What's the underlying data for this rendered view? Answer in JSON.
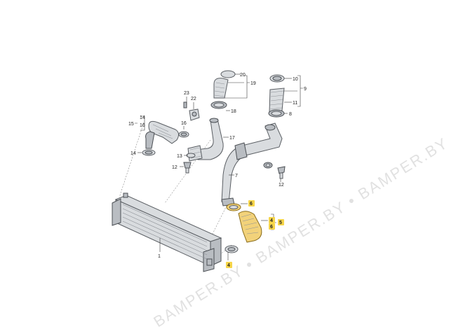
{
  "watermark": {
    "text": "BAMPER.BY • BAMPER.BY • BAMPER.BY",
    "color": "#c9c9c9"
  },
  "highlight_color": "#f6d54a",
  "callouts": [
    {
      "id": "c20",
      "text": "20"
    },
    {
      "id": "c19",
      "text": "19"
    },
    {
      "id": "c10",
      "text": "10"
    },
    {
      "id": "c9",
      "text": "9"
    },
    {
      "id": "c11",
      "text": "11"
    },
    {
      "id": "c8",
      "text": "8"
    },
    {
      "id": "c23",
      "text": "23"
    },
    {
      "id": "c22",
      "text": "22"
    },
    {
      "id": "c18",
      "text": "18"
    },
    {
      "id": "c14a",
      "text": "14"
    },
    {
      "id": "c15",
      "text": "15"
    },
    {
      "id": "c16a",
      "text": "16"
    },
    {
      "id": "c16b",
      "text": "16"
    },
    {
      "id": "c17",
      "text": "17"
    },
    {
      "id": "c14b",
      "text": "14"
    },
    {
      "id": "c13",
      "text": "13"
    },
    {
      "id": "c12a",
      "text": "12"
    },
    {
      "id": "c7",
      "text": "7"
    },
    {
      "id": "c12b",
      "text": "12"
    },
    {
      "id": "c6",
      "text": "6"
    },
    {
      "id": "c4a",
      "text": "4"
    },
    {
      "id": "c6b",
      "text": "6"
    },
    {
      "id": "c5",
      "text": "5"
    },
    {
      "id": "c1",
      "text": "1"
    },
    {
      "id": "c4b",
      "text": "4"
    }
  ]
}
